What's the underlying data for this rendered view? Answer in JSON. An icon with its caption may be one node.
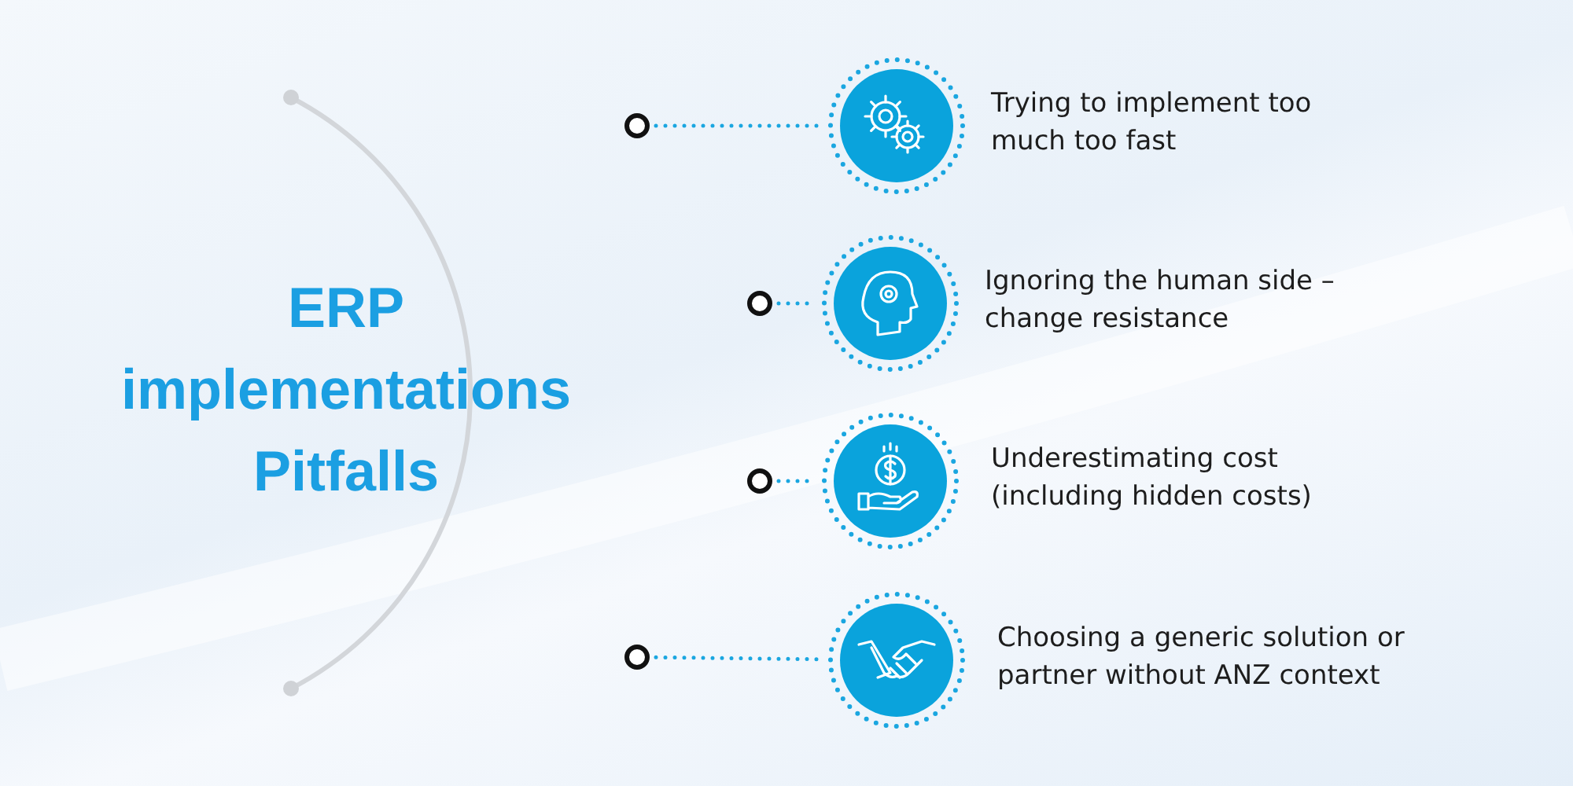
{
  "diagram": {
    "title": "ERP implementations Pitfalls",
    "nodes": [
      {
        "text": [],
        "shape": "circle"
      },
      {
        "text": [
          "Trying to implement too much too fast"
        ]
      },
      {
        "text": [],
        "shape": "circle"
      },
      {
        "text": [
          "Ignoring the human side – change resistance"
        ]
      },
      {
        "text": [],
        "shape": "circle"
      },
      {
        "text": [
          "Underestimating cost (including hidden costs)"
        ]
      },
      {
        "text": [],
        "shape": "circle"
      },
      {
        "text": [
          "Choosing a generic solution or partner without ANZ context"
        ]
      }
    ],
    "edges": [
      {
        "from": 0,
        "to": 1,
        "arrow": "none",
        "style": "dashed"
      },
      {
        "from": 2,
        "to": 3,
        "arrow": "none",
        "style": "dashed"
      },
      {
        "from": 4,
        "to": 5,
        "arrow": "none",
        "style": "dashed"
      },
      {
        "from": 6,
        "to": 7,
        "arrow": "none",
        "style": "dashed"
      }
    ]
  }
}
